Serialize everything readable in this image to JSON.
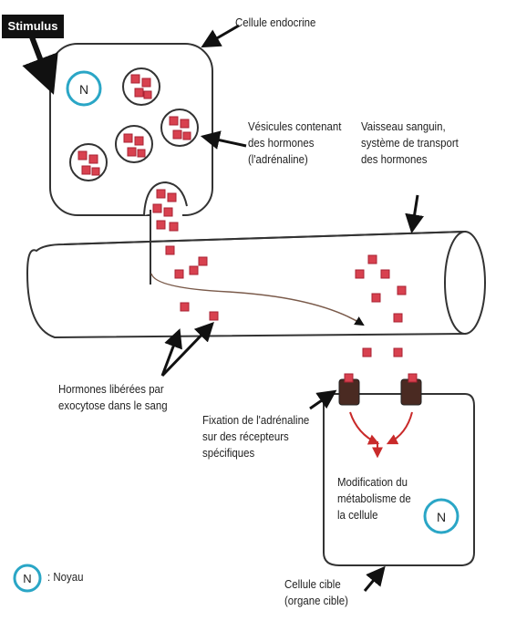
{
  "stimulus": "Stimulus",
  "labels": {
    "endocrine_cell": "Cellule endocrine",
    "vesicles": "Vésicules contenant\ndes hormones\n(l'adrénaline)",
    "blood_vessel": "Vaisseau sanguin,\nsystème de transport\ndes hormones",
    "exocytosis": "Hormones libérées par\nexocytose dans le sang",
    "receptor_binding": "Fixation de l'adrénaline\nsur des récepteurs\nspécifiques",
    "metabolism": "Modification du\nmétabolisme de\nla cellule",
    "target_cell": "Cellule cible\n(organe cible)",
    "legend_text": ": Noyau"
  },
  "nucleus_letter": "N",
  "colors": {
    "hormone": "#d8414f",
    "hormone_dark": "#a82233",
    "nucleus_ring": "#2aa6c6",
    "receptor": "#4a2a22",
    "metabolism_arrow": "#c92a2a",
    "outline": "#333333"
  }
}
